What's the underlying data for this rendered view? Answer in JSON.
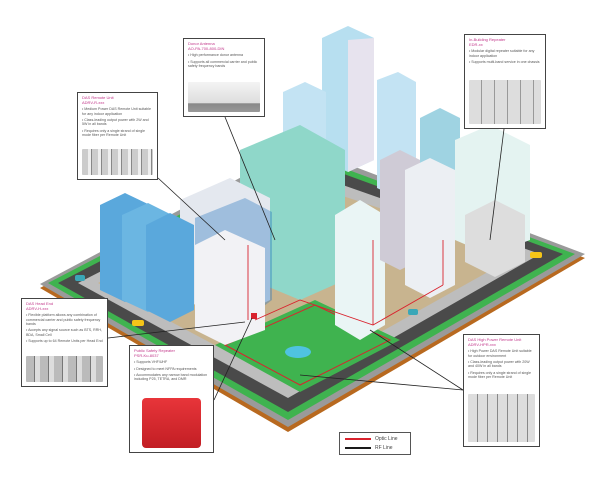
{
  "colors": {
    "optic_line": "#d9232e",
    "rf_line": "#1a1a1a",
    "accent_title": "#c2378a",
    "park": "#3fb34f",
    "road": "#4a4a4a"
  },
  "callouts": {
    "donor_antenna": {
      "title": "Donor Antenna",
      "model": "AO-PA-700-800-DIN",
      "bullets": [
        "High performance donor antenna",
        "Supports all commercial carrier and public safety frequency bands"
      ]
    },
    "das_remote": {
      "title": "DAS Remote Unit",
      "model": "ADRV-R-xxx",
      "bullets": [
        "Medium Power DAS Remote Unit suitable for any indoor application",
        "Class-leading output power with 2W and 5W in all bands",
        "Requires only a single strand of single mode fiber per Remote Unit"
      ]
    },
    "in_building_repeater": {
      "title": "In-Building Repeater",
      "model": "EDR-xx",
      "bullets": [
        "Modular digital repeater suitable for any indoor application",
        "Supports multi-band service in one chassis"
      ]
    },
    "das_head_end": {
      "title": "DAS Head End",
      "model": "ADRV-H-xxx",
      "bullets": [
        "Flexible platform allows any combination of commercial carrier and public safety frequency bands",
        "Accepts any signal source such as BTS, RRH, BDA, Small Cell",
        "Supports up to 64 Remote Units per Head End"
      ]
    },
    "public_safety_repeater": {
      "title": "Public Safety Repeater",
      "model": "PSR-Ku-8037",
      "bullets": [
        "Supports VHF/UHF",
        "Designed to meet NFPA requirements",
        "Accommodates any narrow band modulation including P25, TETRA, and DMR"
      ]
    },
    "das_high_power": {
      "title": "DAS High Power Remote Unit",
      "model": "ADRV-HPR-xxx",
      "bullets": [
        "High Power DAS Remote Unit suitable for outdoor environment",
        "Class-leading output power with 20W and 40W in all bands",
        "Requires only a single strand of single mode fiber per Remote Unit"
      ]
    }
  },
  "legend": {
    "optic_label": "Optic Line",
    "rf_label": "RF Line"
  }
}
